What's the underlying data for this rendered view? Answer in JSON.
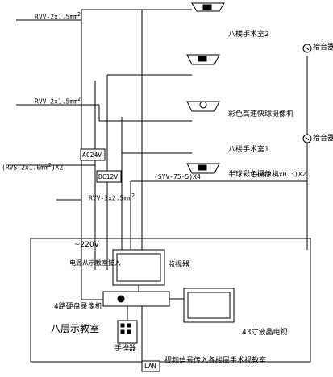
{
  "diagram": {
    "cables": {
      "rvv_top": "RVV-2x1.5mm",
      "rvv_top_sup": "2",
      "rvv_mid": "RVV-2x1.5mm",
      "rvv_mid_sup": "2",
      "rvs": "(RVS-2x1.0mm",
      "rvs_sup": "2",
      "rvs_tail": ")X2",
      "syv": "(SYV-75-5)X4",
      "rvvp": "(RVVP 4x0.3)X2",
      "rvv_lower": "RVV-3x2.5mm",
      "rvv_lower_sup": "2"
    },
    "rooms": {
      "or2": "八楼手术室2",
      "or1": "八楼手术室1"
    },
    "devices": {
      "speaker_top": "拾音器",
      "speaker_bottom": "拾音器",
      "dome_camera": "彩色高速快球摄像机",
      "fixed_camera": "半球彩色摄像机",
      "ac24v": "AC24V",
      "dc12v": "DC12V",
      "monitor": "监视器",
      "dvr": "4路硬盘录像机",
      "lcd_tv": "43寸液晶电视",
      "keyboard": "手操器",
      "lan": "LAN"
    },
    "power": {
      "voltage": "~220V",
      "source": "电源从示教室接入"
    },
    "classroom": {
      "name": "八层示教室"
    },
    "notes": {
      "video_out": "视频信号传入各楼层手术视教室"
    }
  }
}
